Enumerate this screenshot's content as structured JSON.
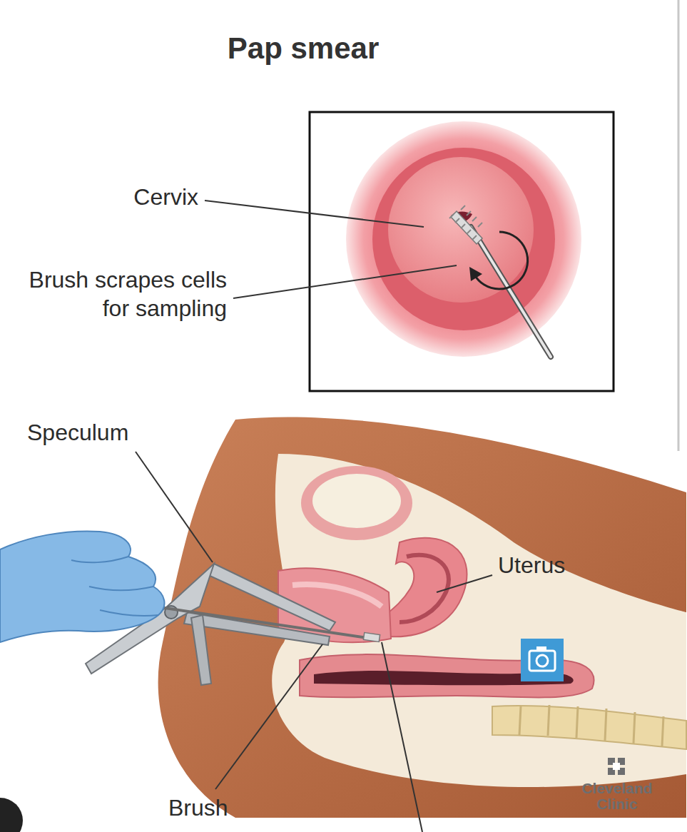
{
  "diagram": {
    "title": "Pap smear",
    "labels": [
      "Cervix",
      "Brush scrapes cells for sampling",
      "Speculum",
      "Uterus",
      "Brush",
      "Cleveland Clinic"
    ]
  }
}
